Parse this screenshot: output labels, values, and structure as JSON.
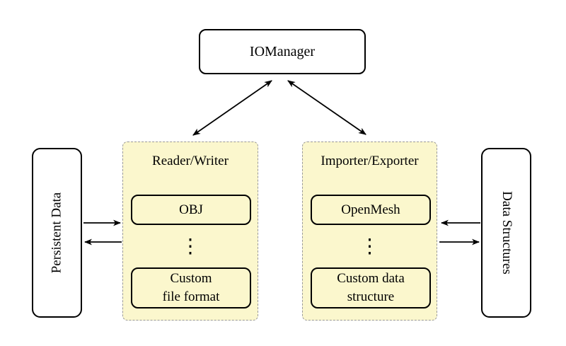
{
  "diagram": {
    "title_node": "IOManager",
    "left_vertical_node": "Persistent Data",
    "right_vertical_node": "Data Structures",
    "reader_writer": {
      "title": "Reader/Writer",
      "top_box": "OBJ",
      "ellipsis_icon": "⋮",
      "bottom_box_line1": "Custom",
      "bottom_box_line2": "file format"
    },
    "importer_exporter": {
      "title": "Importer/Exporter",
      "top_box": "OpenMesh",
      "ellipsis_icon": "⋮",
      "bottom_box_line1": "Custom data",
      "bottom_box_line2": "structure"
    },
    "colors": {
      "panel_fill": "#fbf7cd",
      "panel_border": "#999999",
      "node_fill": "#ffffff",
      "line_color": "#000000"
    }
  }
}
